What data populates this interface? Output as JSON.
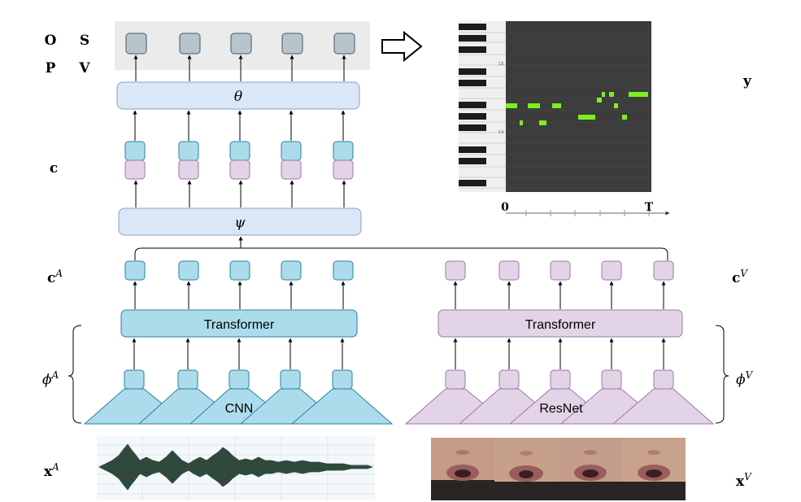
{
  "labels": {
    "o": "O",
    "s": "S",
    "p": "P",
    "v": "V",
    "y": "y",
    "c": "c",
    "cA_base": "c",
    "cA_sup": "A",
    "cV_base": "c",
    "cV_sup": "V",
    "phiA_base": "ϕ",
    "phiA_sup": "A",
    "phiV_base": "ϕ",
    "phiV_sup": "V",
    "xA_base": "x",
    "xA_sup": "A",
    "xV_base": "x",
    "xV_sup": "V"
  },
  "blocks": {
    "theta": "θ",
    "psi": "ψ",
    "transformer_audio": "Transformer",
    "transformer_video": "Transformer",
    "cnn": "CNN",
    "resnet": "ResNet"
  },
  "piano_roll": {
    "c5_label": "C5",
    "c4_label": "C4",
    "time_start": "0",
    "time_end": "T",
    "note_color": "#7cf01e"
  },
  "colors": {
    "audio_fill": "#acdcec",
    "audio_stroke": "#2d7e9e",
    "video_fill": "#e3d3e6",
    "video_stroke": "#9c77a6",
    "block_fill": "#d9e7f7",
    "block_stroke": "#8aa2c6",
    "output_fill": "#b8c4cc",
    "output_stroke": "#45596a"
  }
}
